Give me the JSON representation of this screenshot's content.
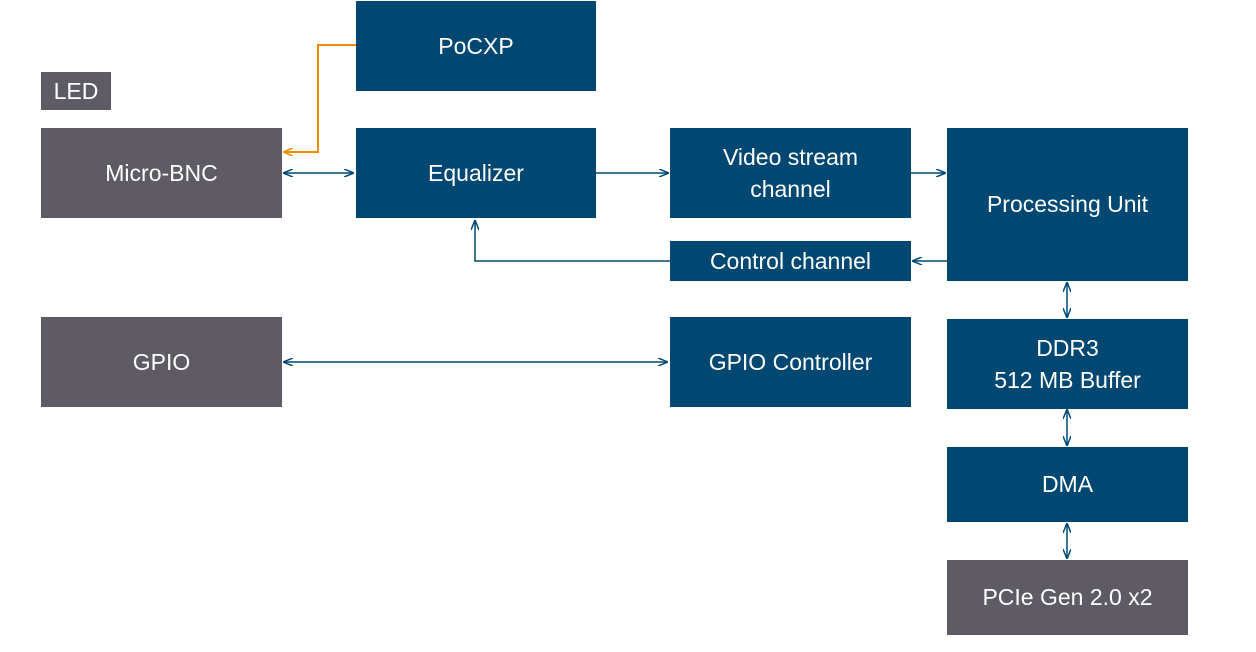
{
  "labels": {
    "led": "LED"
  },
  "blocks": {
    "pocxp": "PoCXP",
    "micro_bnc": "Micro-BNC",
    "equalizer": "Equalizer",
    "video_stream_line1": "Video stream",
    "video_stream_line2": "channel",
    "processing_unit": "Processing Unit",
    "control_channel": "Control channel",
    "gpio": "GPIO",
    "gpio_controller": "GPIO Controller",
    "ddr3_line1": "DDR3",
    "ddr3_line2": "512 MB Buffer",
    "dma": "DMA",
    "pcie": "PCIe Gen 2.0 x2"
  },
  "colors": {
    "block_blue": "#004872",
    "block_gray": "#5e5b65",
    "data_line": "#004872",
    "power_line": "#f08c00"
  }
}
